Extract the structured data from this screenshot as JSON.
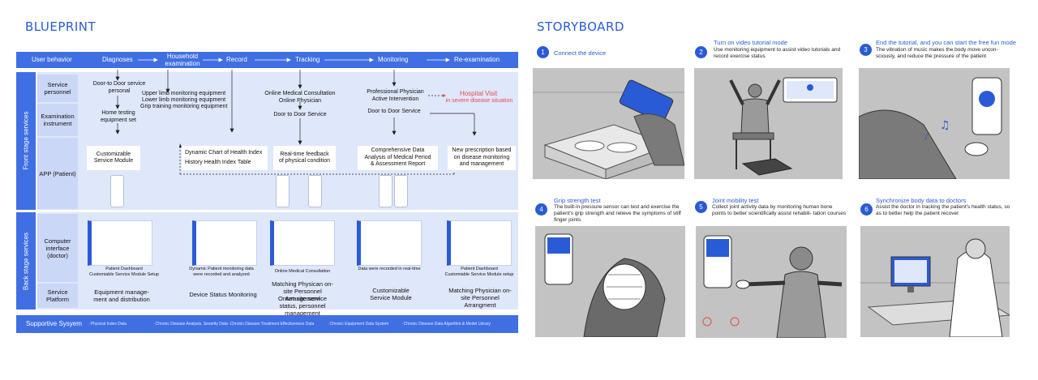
{
  "blueprint": {
    "title": "BLUEPRINT",
    "lanes": {
      "user_behavior": "User behavior",
      "front_stage": "Front stage services",
      "back_stage": "Back stage services",
      "supportive": "Supportive Sysyem"
    },
    "user_steps": [
      "Diagnoses",
      "Household examination",
      "Record",
      "Tracking",
      "Monitoring",
      "Re-examination"
    ],
    "row_heads": {
      "service_personnel": "Service personnel",
      "exam_instrument": "Examination instrument",
      "app": "APP (Patient)",
      "computer": "Computer interface (doctor)",
      "platform": "Service Platform"
    },
    "cells": {
      "door_service_personal": "Door-to Door service personal",
      "home_testing": "Home testing equipment set",
      "upper_limb": "Upper limb monitoring equipment",
      "lower_limb": "Lower limb  monitoring equipment",
      "grip_training": "Grip training monitoring equipment",
      "online_consult": "Online Medical Consultation",
      "online_physician": "Online Physician",
      "door_service_1": "Door to Door Service",
      "professional_physician": "Professional Physician",
      "active_intervention": "Active Intervention",
      "door_service_2": "Door to Door Service",
      "hospital_visit_1": "Hospital Visit",
      "hospital_visit_2": "in severe disease situation",
      "custom_module": "Customizable Service Module",
      "dynamic_chart": "Dynamic Chart of Health Index",
      "history_table": "History Health Index Table",
      "realtime_feedback": "Real-time feedback of physical condition",
      "comprehensive": "Comprehensive Data Analysis of Medical Period & Assessment Report",
      "new_prescription": "New prescription based on disease monitoring and management",
      "cap_patient_dashboard_1": "Patient Dashboard",
      "cap_custom_setup_1": "Customiable Service Module Setup",
      "cap_dynamic": "Dynamic Patient monitoring data were recorded and analyzed",
      "cap_online": "Online Medical Consultation",
      "cap_realtime": "Data were recorded in real-time",
      "cap_patient_dashboard_2": "Patient Dashboard",
      "cap_custom_setup_2": "Customiable Service Module setup",
      "pf_equipment": "Equipment manage- ment and distribution",
      "pf_device": "Device Status Monitoring",
      "pf_matching_1": "Matching Physican on-site Personnel Arrangement",
      "pf_onsite": "Onset-site service status, personnel management",
      "pf_custom": "Customizable Service Module",
      "pf_matching_2": "Matching Physician on-site Personnel Arrangment"
    },
    "supportive_items": [
      "·Physical Index Data",
      "·Chronic Disease Analysis, Severity Data",
      "·Chronic Disease Treatment Effectiveness Data",
      "·Chronic Equipment Data System",
      "·Chronic Disease Data Algorithm & Model Library"
    ]
  },
  "storyboard": {
    "title": "STORYBOARD",
    "steps": [
      {
        "num": "1",
        "title": "Connect the device",
        "desc": ""
      },
      {
        "num": "2",
        "title": "Turn on video tutorial mode",
        "desc": "Use monitoring equipment to assist video tutorials and record exercise status"
      },
      {
        "num": "3",
        "title": "End the tutorial, and you can start the free fun mode",
        "desc": "The vibration of music makes the body move uncon- sciously, and reduce the pressure of the patient"
      },
      {
        "num": "4",
        "title": "Grip strength test",
        "desc": "The built-in pressure sensor can test and exercise the patient's grip strength and relieve the symptoms of stiff finger joints"
      },
      {
        "num": "5",
        "title": "Joint mobility test",
        "desc": "Collect joint activity data by monitoring human bone points to better scientifically assist rehabili- tation courses"
      },
      {
        "num": "6",
        "title": "Synchronize body data to doctors",
        "desc": "Assist the doctor in tracking the patient's health status, so as to better help the patient recover"
      }
    ]
  },
  "colors": {
    "accent": "#3f6fe3",
    "panel": "#dfe7fb",
    "alert": "#e84b4b"
  }
}
